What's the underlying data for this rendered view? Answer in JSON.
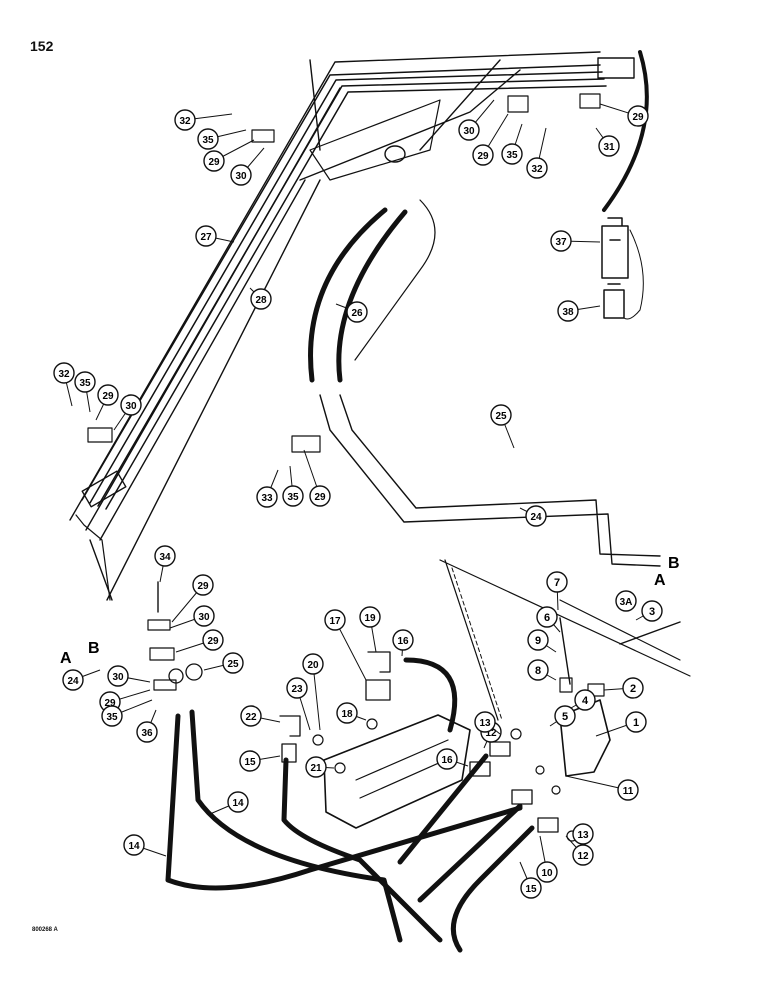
{
  "page_number": "152",
  "figure_code": "800268 A",
  "connector_letters": {
    "a": "A",
    "b": "B"
  },
  "callouts": [
    {
      "id": "c1",
      "label": "1"
    },
    {
      "id": "c2",
      "label": "2"
    },
    {
      "id": "c3",
      "label": "3"
    },
    {
      "id": "c3a",
      "label": "3A"
    },
    {
      "id": "c4",
      "label": "4"
    },
    {
      "id": "c5",
      "label": "5"
    },
    {
      "id": "c6",
      "label": "6"
    },
    {
      "id": "c7",
      "label": "7"
    },
    {
      "id": "c8",
      "label": "8"
    },
    {
      "id": "c9",
      "label": "9"
    },
    {
      "id": "c10",
      "label": "10"
    },
    {
      "id": "c11",
      "label": "11"
    },
    {
      "id": "c12a",
      "label": "12"
    },
    {
      "id": "c12b",
      "label": "12"
    },
    {
      "id": "c13a",
      "label": "13"
    },
    {
      "id": "c13b",
      "label": "13"
    },
    {
      "id": "c14a",
      "label": "14"
    },
    {
      "id": "c14b",
      "label": "14"
    },
    {
      "id": "c15a",
      "label": "15"
    },
    {
      "id": "c15b",
      "label": "15"
    },
    {
      "id": "c16a",
      "label": "16"
    },
    {
      "id": "c16b",
      "label": "16"
    },
    {
      "id": "c17",
      "label": "17"
    },
    {
      "id": "c18",
      "label": "18"
    },
    {
      "id": "c19",
      "label": "19"
    },
    {
      "id": "c20",
      "label": "20"
    },
    {
      "id": "c21",
      "label": "21"
    },
    {
      "id": "c22",
      "label": "22"
    },
    {
      "id": "c23",
      "label": "23"
    },
    {
      "id": "c24a",
      "label": "24"
    },
    {
      "id": "c24b",
      "label": "24"
    },
    {
      "id": "c25a",
      "label": "25"
    },
    {
      "id": "c25b",
      "label": "25"
    },
    {
      "id": "c26",
      "label": "26"
    },
    {
      "id": "c27",
      "label": "27"
    },
    {
      "id": "c28",
      "label": "28"
    },
    {
      "id": "c29a",
      "label": "29"
    },
    {
      "id": "c29b",
      "label": "29"
    },
    {
      "id": "c29c",
      "label": "29"
    },
    {
      "id": "c29d",
      "label": "29"
    },
    {
      "id": "c29e",
      "label": "29"
    },
    {
      "id": "c29f",
      "label": "29"
    },
    {
      "id": "c29g",
      "label": "29"
    },
    {
      "id": "c29h",
      "label": "29"
    },
    {
      "id": "c30a",
      "label": "30"
    },
    {
      "id": "c30b",
      "label": "30"
    },
    {
      "id": "c30c",
      "label": "30"
    },
    {
      "id": "c30d",
      "label": "30"
    },
    {
      "id": "c30e",
      "label": "30"
    },
    {
      "id": "c31",
      "label": "31"
    },
    {
      "id": "c32a",
      "label": "32"
    },
    {
      "id": "c32b",
      "label": "32"
    },
    {
      "id": "c32c",
      "label": "32"
    },
    {
      "id": "c33",
      "label": "33"
    },
    {
      "id": "c35a",
      "label": "35"
    },
    {
      "id": "c35b",
      "label": "35"
    },
    {
      "id": "c35c",
      "label": "35"
    },
    {
      "id": "c35d",
      "label": "35"
    },
    {
      "id": "c35e",
      "label": "35"
    },
    {
      "id": "c34",
      "label": "34"
    },
    {
      "id": "c36",
      "label": "36"
    },
    {
      "id": "c37",
      "label": "37"
    },
    {
      "id": "c38",
      "label": "38"
    }
  ]
}
